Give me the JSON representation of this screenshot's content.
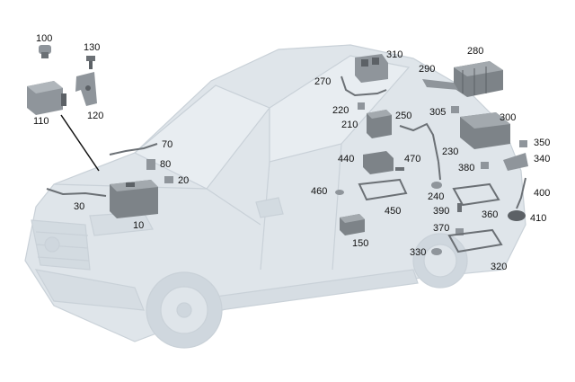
{
  "diagram": {
    "part_numbers": [
      "100",
      "130",
      "110",
      "120",
      "70",
      "80",
      "20",
      "30",
      "10",
      "270",
      "310",
      "280",
      "290",
      "220",
      "210",
      "250",
      "305",
      "300",
      "350",
      "340",
      "230",
      "440",
      "470",
      "380",
      "460",
      "240",
      "450",
      "400",
      "390",
      "360",
      "410",
      "150",
      "370",
      "330",
      "320"
    ]
  },
  "colors": {
    "car_fill": "#dfe5ea",
    "car_stroke": "#c8d0d7",
    "part_fill": "#8f959b",
    "part_dark": "#5c6166",
    "label": "#111111"
  }
}
